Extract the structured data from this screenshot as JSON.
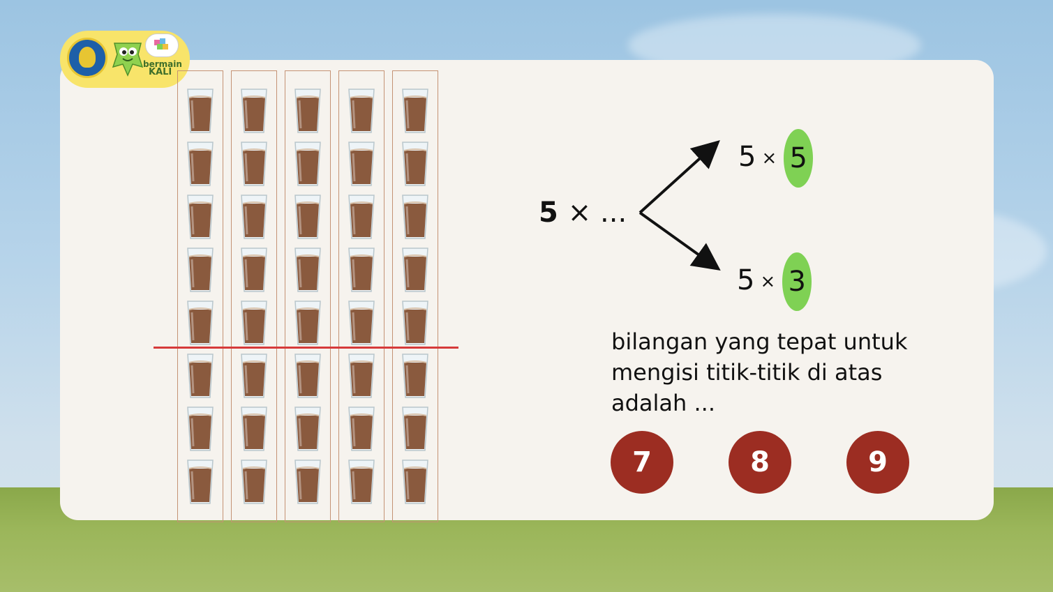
{
  "logo": {
    "brand_line1": "bermain",
    "brand_line2": "KALI"
  },
  "colors": {
    "answer_bg": "#9c2d22",
    "highlight": "#7fd154",
    "divider": "#d63a3a"
  },
  "glasses": {
    "columns": 5,
    "rows": 8,
    "icon": "glass-of-chocolate-milk-icon"
  },
  "expression": {
    "main_number": "5",
    "main_rest": "× ...",
    "branch_top": {
      "left": "5",
      "op": "×",
      "highlight": "5"
    },
    "branch_bottom": {
      "left": "5",
      "op": "×",
      "highlight": "3"
    }
  },
  "question": "bilangan yang tepat untuk mengisi titik-titik di atas adalah ...",
  "answers": [
    "7",
    "8",
    "9"
  ]
}
